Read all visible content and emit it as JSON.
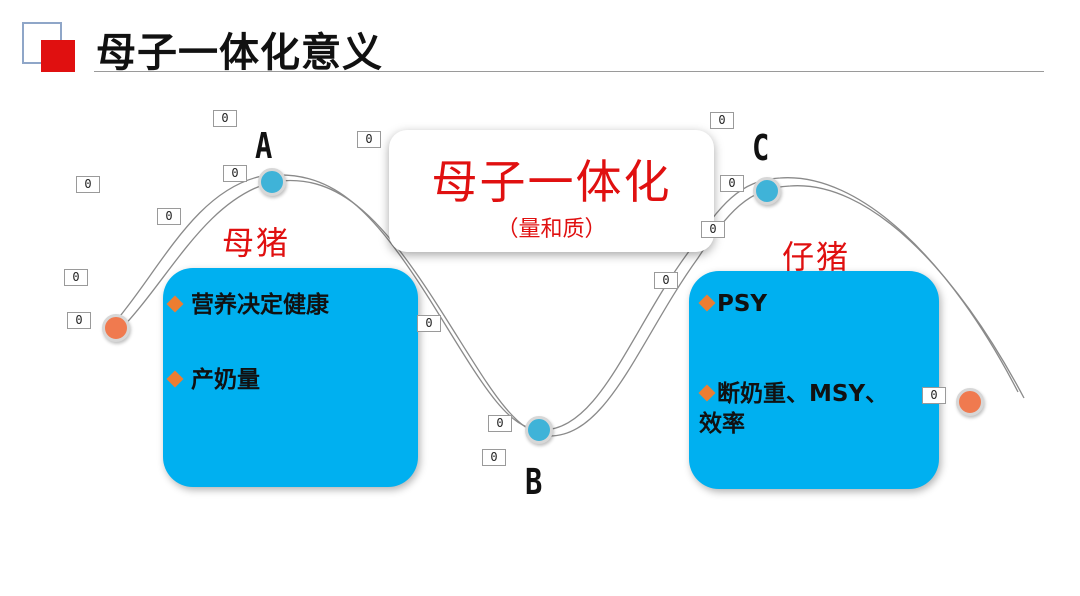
{
  "title": "母子一体化意义",
  "center": {
    "title": "母子一体化",
    "subtitle": "（量和质）"
  },
  "points": {
    "a": "A",
    "b": "B",
    "c": "C"
  },
  "sow": {
    "label": "母猪",
    "bullets": [
      "营养决定健康",
      "产奶量"
    ]
  },
  "piglet": {
    "label": "仔猪",
    "bullets": [
      "PSY",
      "断奶重、MSY、",
      "效率"
    ]
  },
  "placeholder_value": "0",
  "colors": {
    "accent_red": "#e01010",
    "box_blue": "#00b0f0",
    "node_blue": "#3fb3d8",
    "node_orange": "#f07a4f",
    "bullet_diamond": "#ed7d31"
  }
}
